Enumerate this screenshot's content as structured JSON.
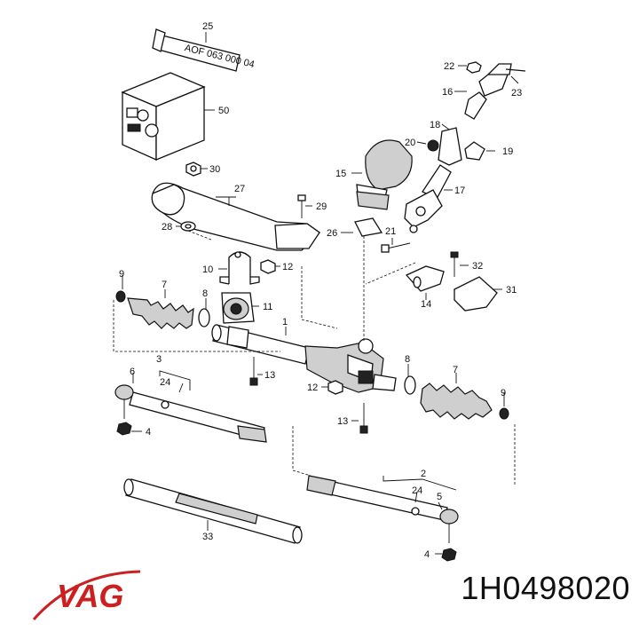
{
  "brand": {
    "logo_text": "VAG",
    "logo_color": "#cc1f1f"
  },
  "part_number": "1H0498020",
  "grease_tube_text": "AOF 063 000 04",
  "callouts": [
    {
      "id": "c25",
      "text": "25"
    },
    {
      "id": "c50",
      "text": "50"
    },
    {
      "id": "c30",
      "text": "30"
    },
    {
      "id": "c27",
      "text": "27"
    },
    {
      "id": "c28",
      "text": "28"
    },
    {
      "id": "c29",
      "text": "29"
    },
    {
      "id": "c10",
      "text": "10"
    },
    {
      "id": "c12a",
      "text": "12"
    },
    {
      "id": "c9a",
      "text": "9"
    },
    {
      "id": "c7a",
      "text": "7"
    },
    {
      "id": "c8a",
      "text": "8"
    },
    {
      "id": "c11",
      "text": "11"
    },
    {
      "id": "c1",
      "text": "1"
    },
    {
      "id": "c3",
      "text": "3"
    },
    {
      "id": "c24a",
      "text": "24"
    },
    {
      "id": "c6",
      "text": "6"
    },
    {
      "id": "c4a",
      "text": "4"
    },
    {
      "id": "c13a",
      "text": "13"
    },
    {
      "id": "c12b",
      "text": "12"
    },
    {
      "id": "c13b",
      "text": "13"
    },
    {
      "id": "c8b",
      "text": "8"
    },
    {
      "id": "c7b",
      "text": "7"
    },
    {
      "id": "c9b",
      "text": "9"
    },
    {
      "id": "c22",
      "text": "22"
    },
    {
      "id": "c23",
      "text": "23"
    },
    {
      "id": "c16",
      "text": "16"
    },
    {
      "id": "c18",
      "text": "18"
    },
    {
      "id": "c20",
      "text": "20"
    },
    {
      "id": "c19",
      "text": "19"
    },
    {
      "id": "c15",
      "text": "15"
    },
    {
      "id": "c17",
      "text": "17"
    },
    {
      "id": "c26",
      "text": "26"
    },
    {
      "id": "c21",
      "text": "21"
    },
    {
      "id": "c32",
      "text": "32"
    },
    {
      "id": "c31",
      "text": "31"
    },
    {
      "id": "c14",
      "text": "14"
    },
    {
      "id": "c2",
      "text": "2"
    },
    {
      "id": "c24b",
      "text": "24"
    },
    {
      "id": "c5",
      "text": "5"
    },
    {
      "id": "c4b",
      "text": "4"
    },
    {
      "id": "c33",
      "text": "33"
    }
  ]
}
